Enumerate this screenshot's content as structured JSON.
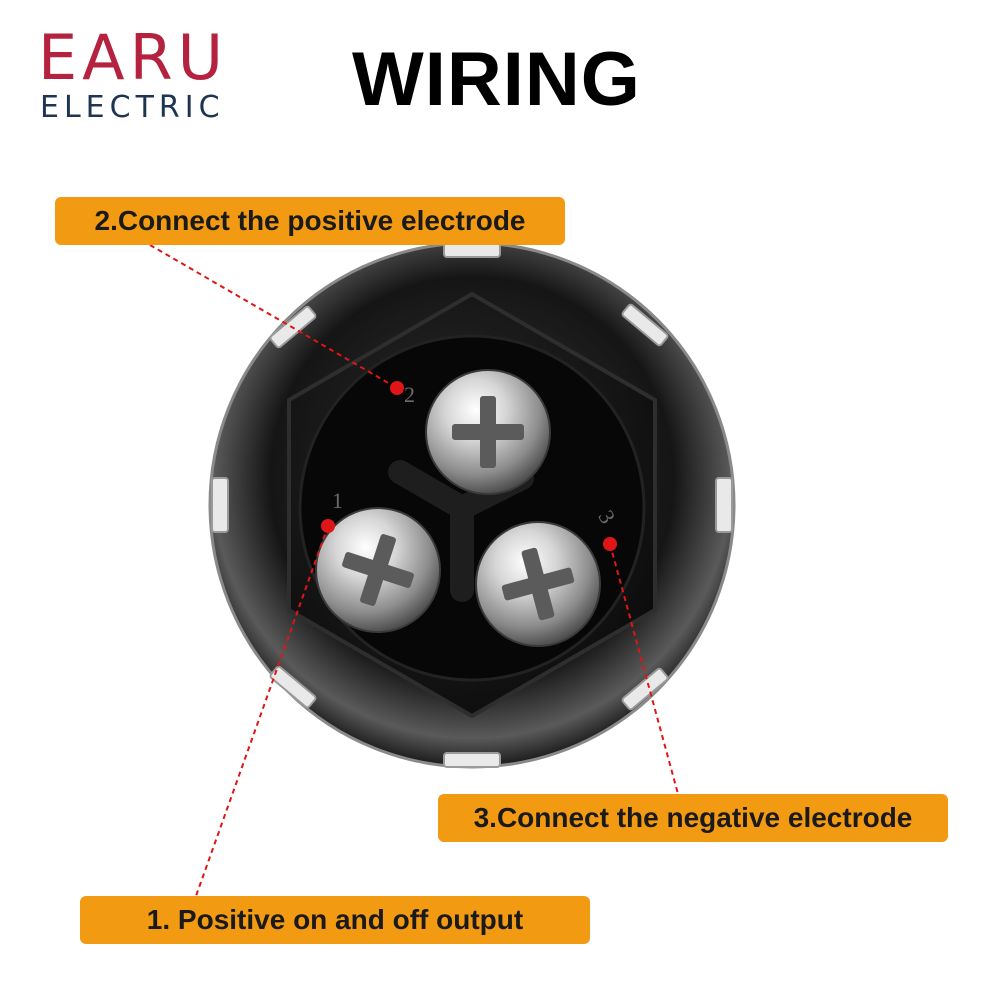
{
  "logo": {
    "brand": "EARU",
    "sub": "ELECTRIC"
  },
  "title": "WIRING",
  "callouts": {
    "positive_electrode": "2.Connect the positive electrode",
    "negative_electrode": "3.Connect the negative electrode",
    "positive_output": "1. Positive on and off output"
  },
  "terminals": {
    "t1": "1",
    "t2": "2",
    "t3": "3"
  },
  "colors": {
    "brand_red": "#b5223f",
    "brand_navy": "#1d3550",
    "callout_orange": "#f29a12",
    "marker_red": "#e01515"
  }
}
